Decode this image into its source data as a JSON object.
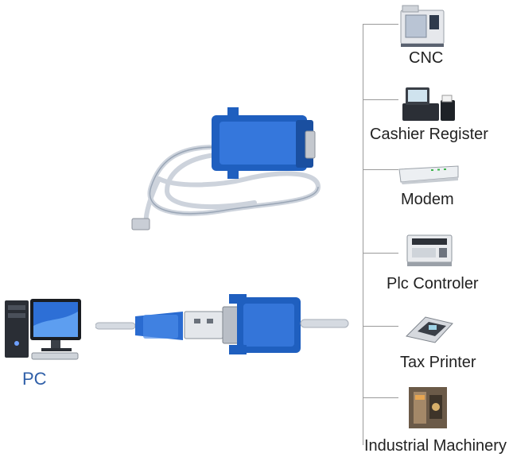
{
  "devices": [
    {
      "label": "CNC",
      "icon": "cnc-machine-icon"
    },
    {
      "label": "Cashier Register",
      "icon": "cash-register-icon"
    },
    {
      "label": "Modem",
      "icon": "modem-icon"
    },
    {
      "label": "Plc Controler",
      "icon": "plc-controller-icon"
    },
    {
      "label": "Tax Printer",
      "icon": "tax-printer-icon"
    },
    {
      "label": "Industrial Machinery",
      "icon": "industrial-machine-icon"
    }
  ],
  "pc": {
    "label": "PC",
    "icon": "desktop-computer-icon"
  },
  "colors": {
    "connector_blue": "#1f5fbf",
    "pc_label": "#2f5fa8",
    "tree_line": "#9a9a9a"
  }
}
